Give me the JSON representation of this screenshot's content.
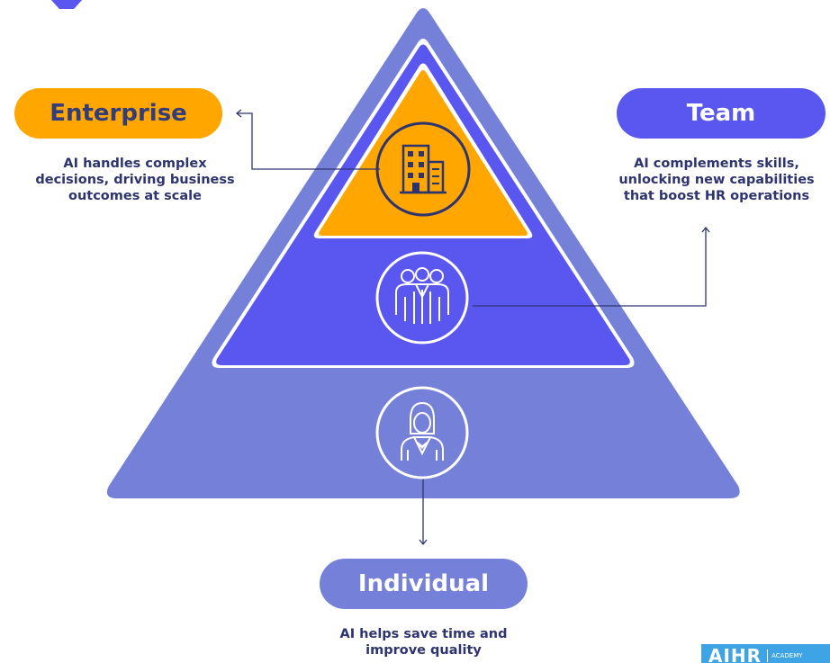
{
  "levels": {
    "enterprise": {
      "title": "Enterprise",
      "description": [
        "AI handles complex",
        "decisions, driving business",
        "outcomes at scale"
      ],
      "icon": "building-icon",
      "color": "#ffa600"
    },
    "team": {
      "title": "Team",
      "description": [
        "AI complements skills,",
        "unlocking new capabilities",
        "that boost HR operations"
      ],
      "icon": "team-icon",
      "color": "#5a57f0"
    },
    "individual": {
      "title": "Individual",
      "description": [
        "AI helps save time and",
        "improve quality"
      ],
      "icon": "person-icon",
      "color": "#7580d8"
    }
  },
  "logo": {
    "text": "AIHR",
    "subtext": "ACADEMY"
  },
  "colors": {
    "outer_triangle": "#7580d8",
    "middle_triangle": "#5a57f0",
    "inner_triangle": "#ffa600",
    "text_dark": "#2e3470",
    "connector": "#2e3470",
    "heading_fragment": "#5a57f0"
  }
}
